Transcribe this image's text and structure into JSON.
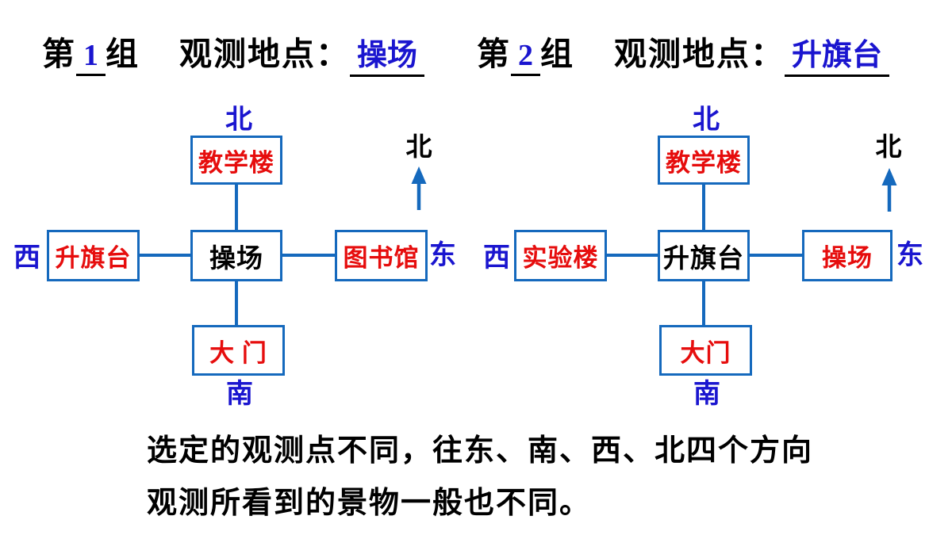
{
  "colors": {
    "label_blue": "#1a15cf",
    "building_red": "#e60d0d",
    "line_blue": "#1569bd",
    "text_black": "#000000"
  },
  "header": {
    "groups": [
      {
        "prefix": "第",
        "number": "1",
        "suffix": "组",
        "question": "观测地点：",
        "answer": "操场"
      },
      {
        "prefix": "第",
        "number": "2",
        "suffix": "组",
        "question": "观测地点：",
        "answer": "升旗台"
      }
    ]
  },
  "diagrams": [
    {
      "direction_north": "北",
      "direction_south": "南",
      "direction_west": "西",
      "direction_east": "东",
      "compass_north": "北",
      "box_north": "教学楼",
      "box_west": "升旗台",
      "box_center": "操场",
      "box_east": "图书馆",
      "box_south": "大 门"
    },
    {
      "direction_north": "北",
      "direction_south": "南",
      "direction_west": "西",
      "direction_east": "东",
      "compass_north": "北",
      "box_north": "教学楼",
      "box_west": "实验楼",
      "box_center": "升旗台",
      "box_east": "操场",
      "box_south": "大门"
    }
  ],
  "footer": {
    "line1": "选定的观测点不同，往东、南、西、北四个方向",
    "line2": "观测所看到的景物一般也不同。"
  }
}
